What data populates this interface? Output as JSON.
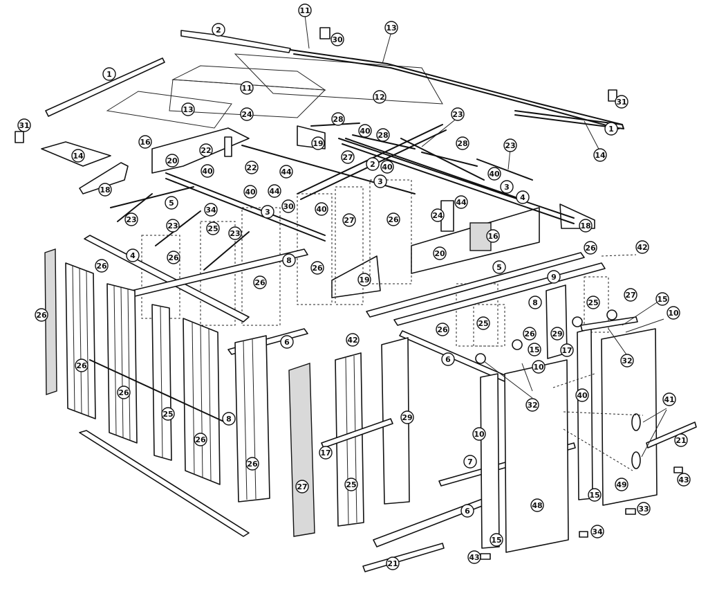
{
  "callouts": [
    "1",
    "2",
    "11",
    "30",
    "13",
    "11",
    "12",
    "13",
    "14",
    "31",
    "1",
    "31",
    "24",
    "28",
    "40",
    "28",
    "23",
    "19",
    "16",
    "22",
    "20",
    "40",
    "22",
    "44",
    "27",
    "2",
    "40",
    "3",
    "28",
    "23",
    "14",
    "18",
    "40",
    "44",
    "30",
    "40",
    "3",
    "27",
    "26",
    "23",
    "40",
    "3",
    "4",
    "5",
    "34",
    "24",
    "44",
    "16",
    "20",
    "18",
    "23",
    "25",
    "26",
    "23",
    "8",
    "26",
    "4",
    "26",
    "26",
    "19",
    "9",
    "5",
    "26",
    "42",
    "27",
    "26",
    "8",
    "25",
    "15",
    "10",
    "26",
    "25",
    "29",
    "42",
    "6",
    "26",
    "15",
    "17",
    "32",
    "10",
    "26",
    "6",
    "32",
    "26",
    "25",
    "26",
    "8",
    "40",
    "10",
    "41",
    "29",
    "21",
    "17",
    "26",
    "27",
    "25",
    "7",
    "49",
    "6",
    "15",
    "48",
    "43",
    "15",
    "33",
    "34",
    "43",
    "21"
  ]
}
